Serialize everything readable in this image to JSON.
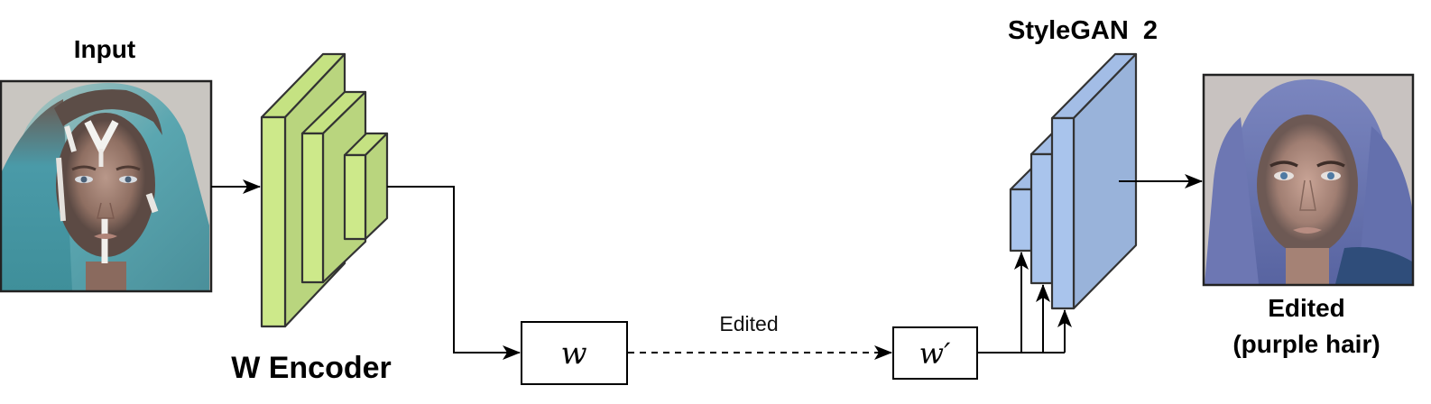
{
  "title": "StyleGAN2 latent editing pipeline",
  "labels": {
    "input": "Input",
    "encoder": "W Encoder",
    "generator": "StyleGAN  2",
    "edit_arrow": "Edited",
    "w_box": "w",
    "w_prime_box": "w′",
    "output_line1": "Edited",
    "output_line2": "(purple hair)"
  },
  "images": {
    "input": {
      "description": "portrait of woman with teal/blue-green hair and white face paint"
    },
    "output": {
      "description": "portrait of woman with purple/lavender hair"
    }
  },
  "colors": {
    "encoder_front": "#cde98a",
    "encoder_side": "#b9d57e",
    "encoder_top": "#c5e282",
    "generator_front": "#a9c4ec",
    "generator_side": "#99b3da",
    "generator_top": "#a3bde6",
    "stroke": "#333333",
    "arrow": "#000000"
  },
  "nodes": [
    {
      "id": "input",
      "label": "Input"
    },
    {
      "id": "encoder",
      "label": "W Encoder"
    },
    {
      "id": "w",
      "label": "w"
    },
    {
      "id": "w_prime",
      "label": "w′"
    },
    {
      "id": "generator",
      "label": "StyleGAN  2"
    },
    {
      "id": "output",
      "label": "Edited (purple hair)"
    }
  ],
  "edges": [
    {
      "from": "input",
      "to": "encoder",
      "style": "solid"
    },
    {
      "from": "encoder",
      "to": "w",
      "style": "solid"
    },
    {
      "from": "w",
      "to": "w_prime",
      "style": "dashed",
      "label": "Edited"
    },
    {
      "from": "w_prime",
      "to": "generator",
      "style": "solid",
      "branches": 3
    },
    {
      "from": "generator",
      "to": "output",
      "style": "solid"
    }
  ]
}
